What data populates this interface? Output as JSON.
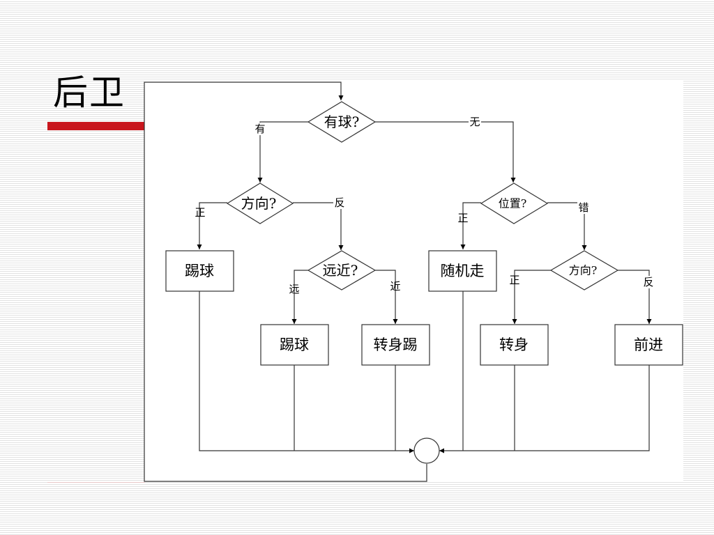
{
  "title": "后卫",
  "nodes": {
    "has_ball": "有球?",
    "direction1": "方向?",
    "position": "位置?",
    "kick1": "踢球",
    "distance": "远近?",
    "random_walk": "随机走",
    "direction2": "方向?",
    "kick2": "踢球",
    "turn_kick": "转身踢",
    "turn": "转身",
    "advance": "前进"
  },
  "edges": {
    "has": "有",
    "none": "无",
    "dir1_forward": "正",
    "dir1_reverse": "反",
    "pos_correct": "正",
    "pos_wrong": "错",
    "far": "远",
    "near": "近",
    "dir2_forward": "正",
    "dir2_reverse": "反"
  }
}
